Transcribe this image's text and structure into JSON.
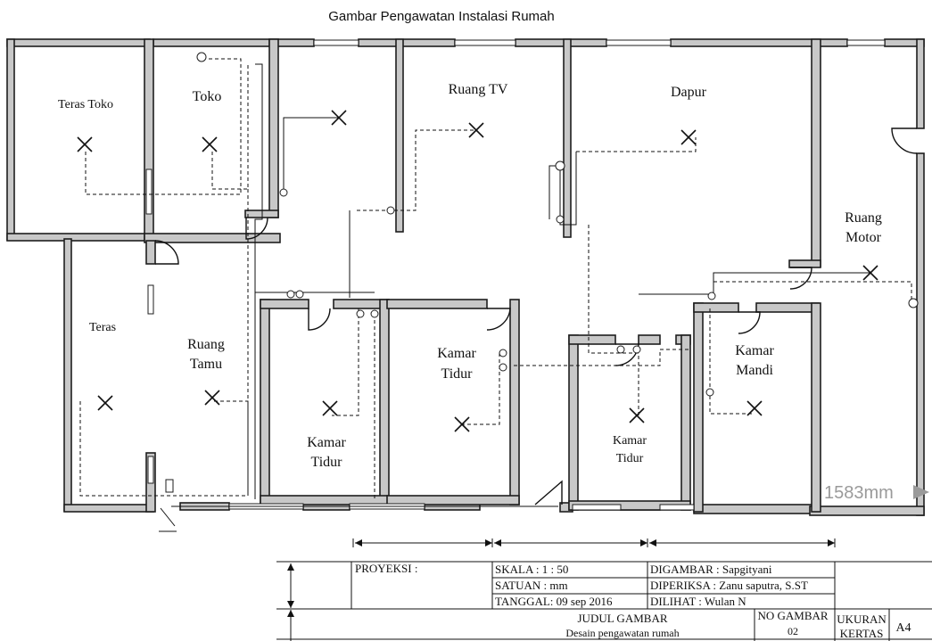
{
  "title": "Gambar Pengawatan Instalasi Rumah",
  "rooms": {
    "teras_toko": "Teras Toko",
    "toko": "Toko",
    "ruang_tv": "Ruang TV",
    "dapur": "Dapur",
    "ruang_motor": [
      "Ruang",
      "Motor"
    ],
    "teras": "Teras",
    "ruang_tamu": [
      "Ruang",
      "Tamu"
    ],
    "kamar_tidur_1": [
      "Kamar",
      "Tidur"
    ],
    "kamar_tidur_2": [
      "Kamar",
      "Tidur"
    ],
    "kamar_tidur_3": [
      "Kamar",
      "Tidur"
    ],
    "kamar_mandi": [
      "Kamar",
      "Mandi"
    ]
  },
  "dimension_readout": "1583mm",
  "title_block": {
    "proyeksi": "PROYEKSI :",
    "skala": "SKALA : 1 : 50",
    "satuan": "SATUAN : mm",
    "tanggal": "TANGGAL: 09 sep 2016",
    "digambar": "DIGAMBAR : Sapgityani",
    "diperiksa": "DIPERIKSA : Zanu saputra, S.ST",
    "dilihat": "DILIHAT : Wulan N",
    "judul_label": "JUDUL GAMBAR",
    "judul_value": "Desain pengawatan rumah",
    "no_gambar_label": "NO GAMBAR",
    "no_gambar_value": "02",
    "ukuran_label": [
      "UKURAN",
      "KERTAS"
    ],
    "ukuran_value": "A4"
  },
  "colors": {
    "wall_fill": "#c8c8c8",
    "line": "#111111"
  }
}
